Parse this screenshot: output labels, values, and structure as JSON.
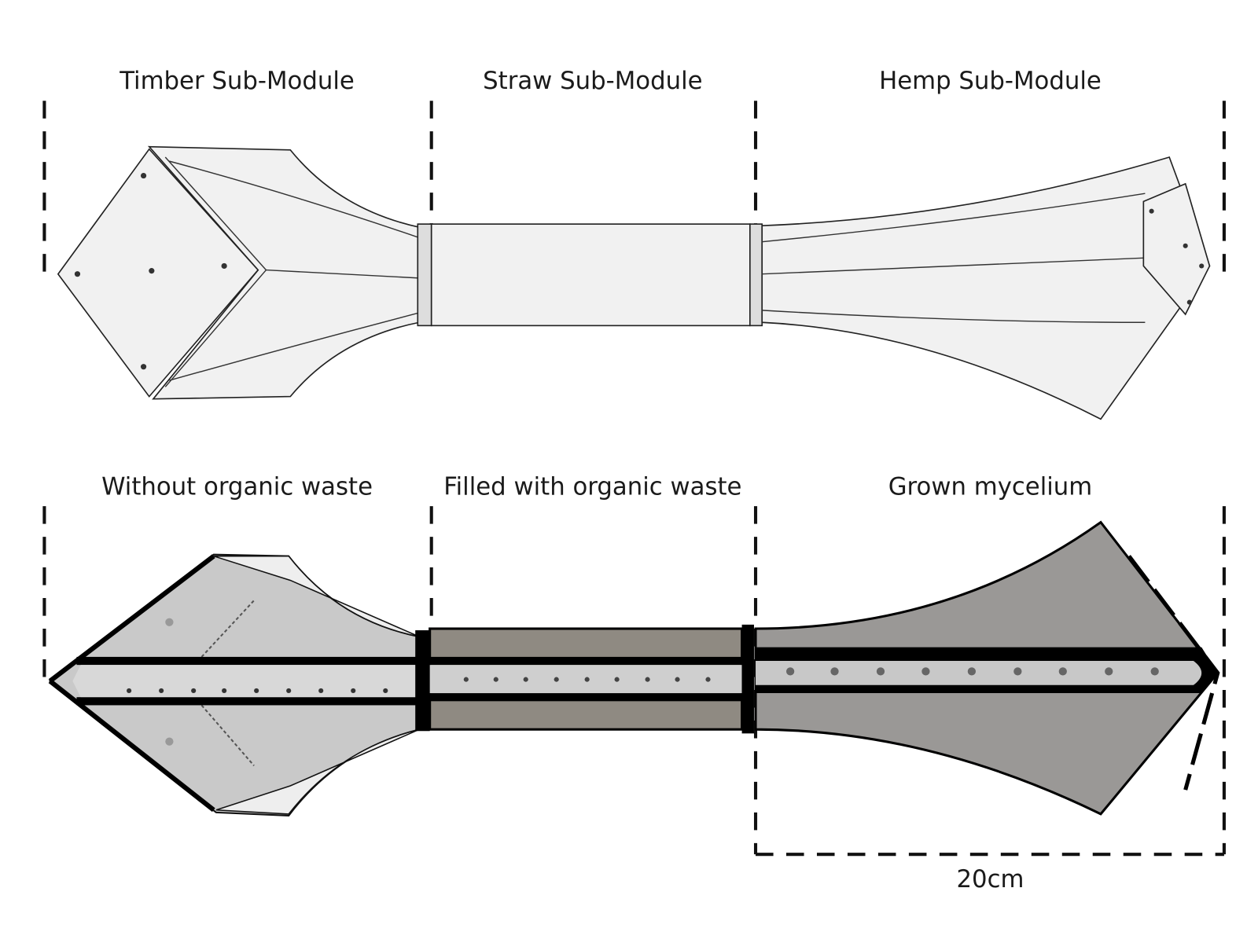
{
  "top_row": {
    "labels": [
      "Timber Sub-Module",
      "Straw Sub-Module",
      "Hemp Sub-Module"
    ]
  },
  "bottom_row": {
    "labels": [
      "Without organic waste",
      "Filled with organic waste",
      "Grown mycelium"
    ]
  },
  "scale": {
    "label": "20cm"
  },
  "colors": {
    "line": "#111111",
    "module_fill": "#f1f1f1",
    "shade": "#b8b8b8",
    "waste": "#8f8a82",
    "mycelium": "#9a9896"
  }
}
